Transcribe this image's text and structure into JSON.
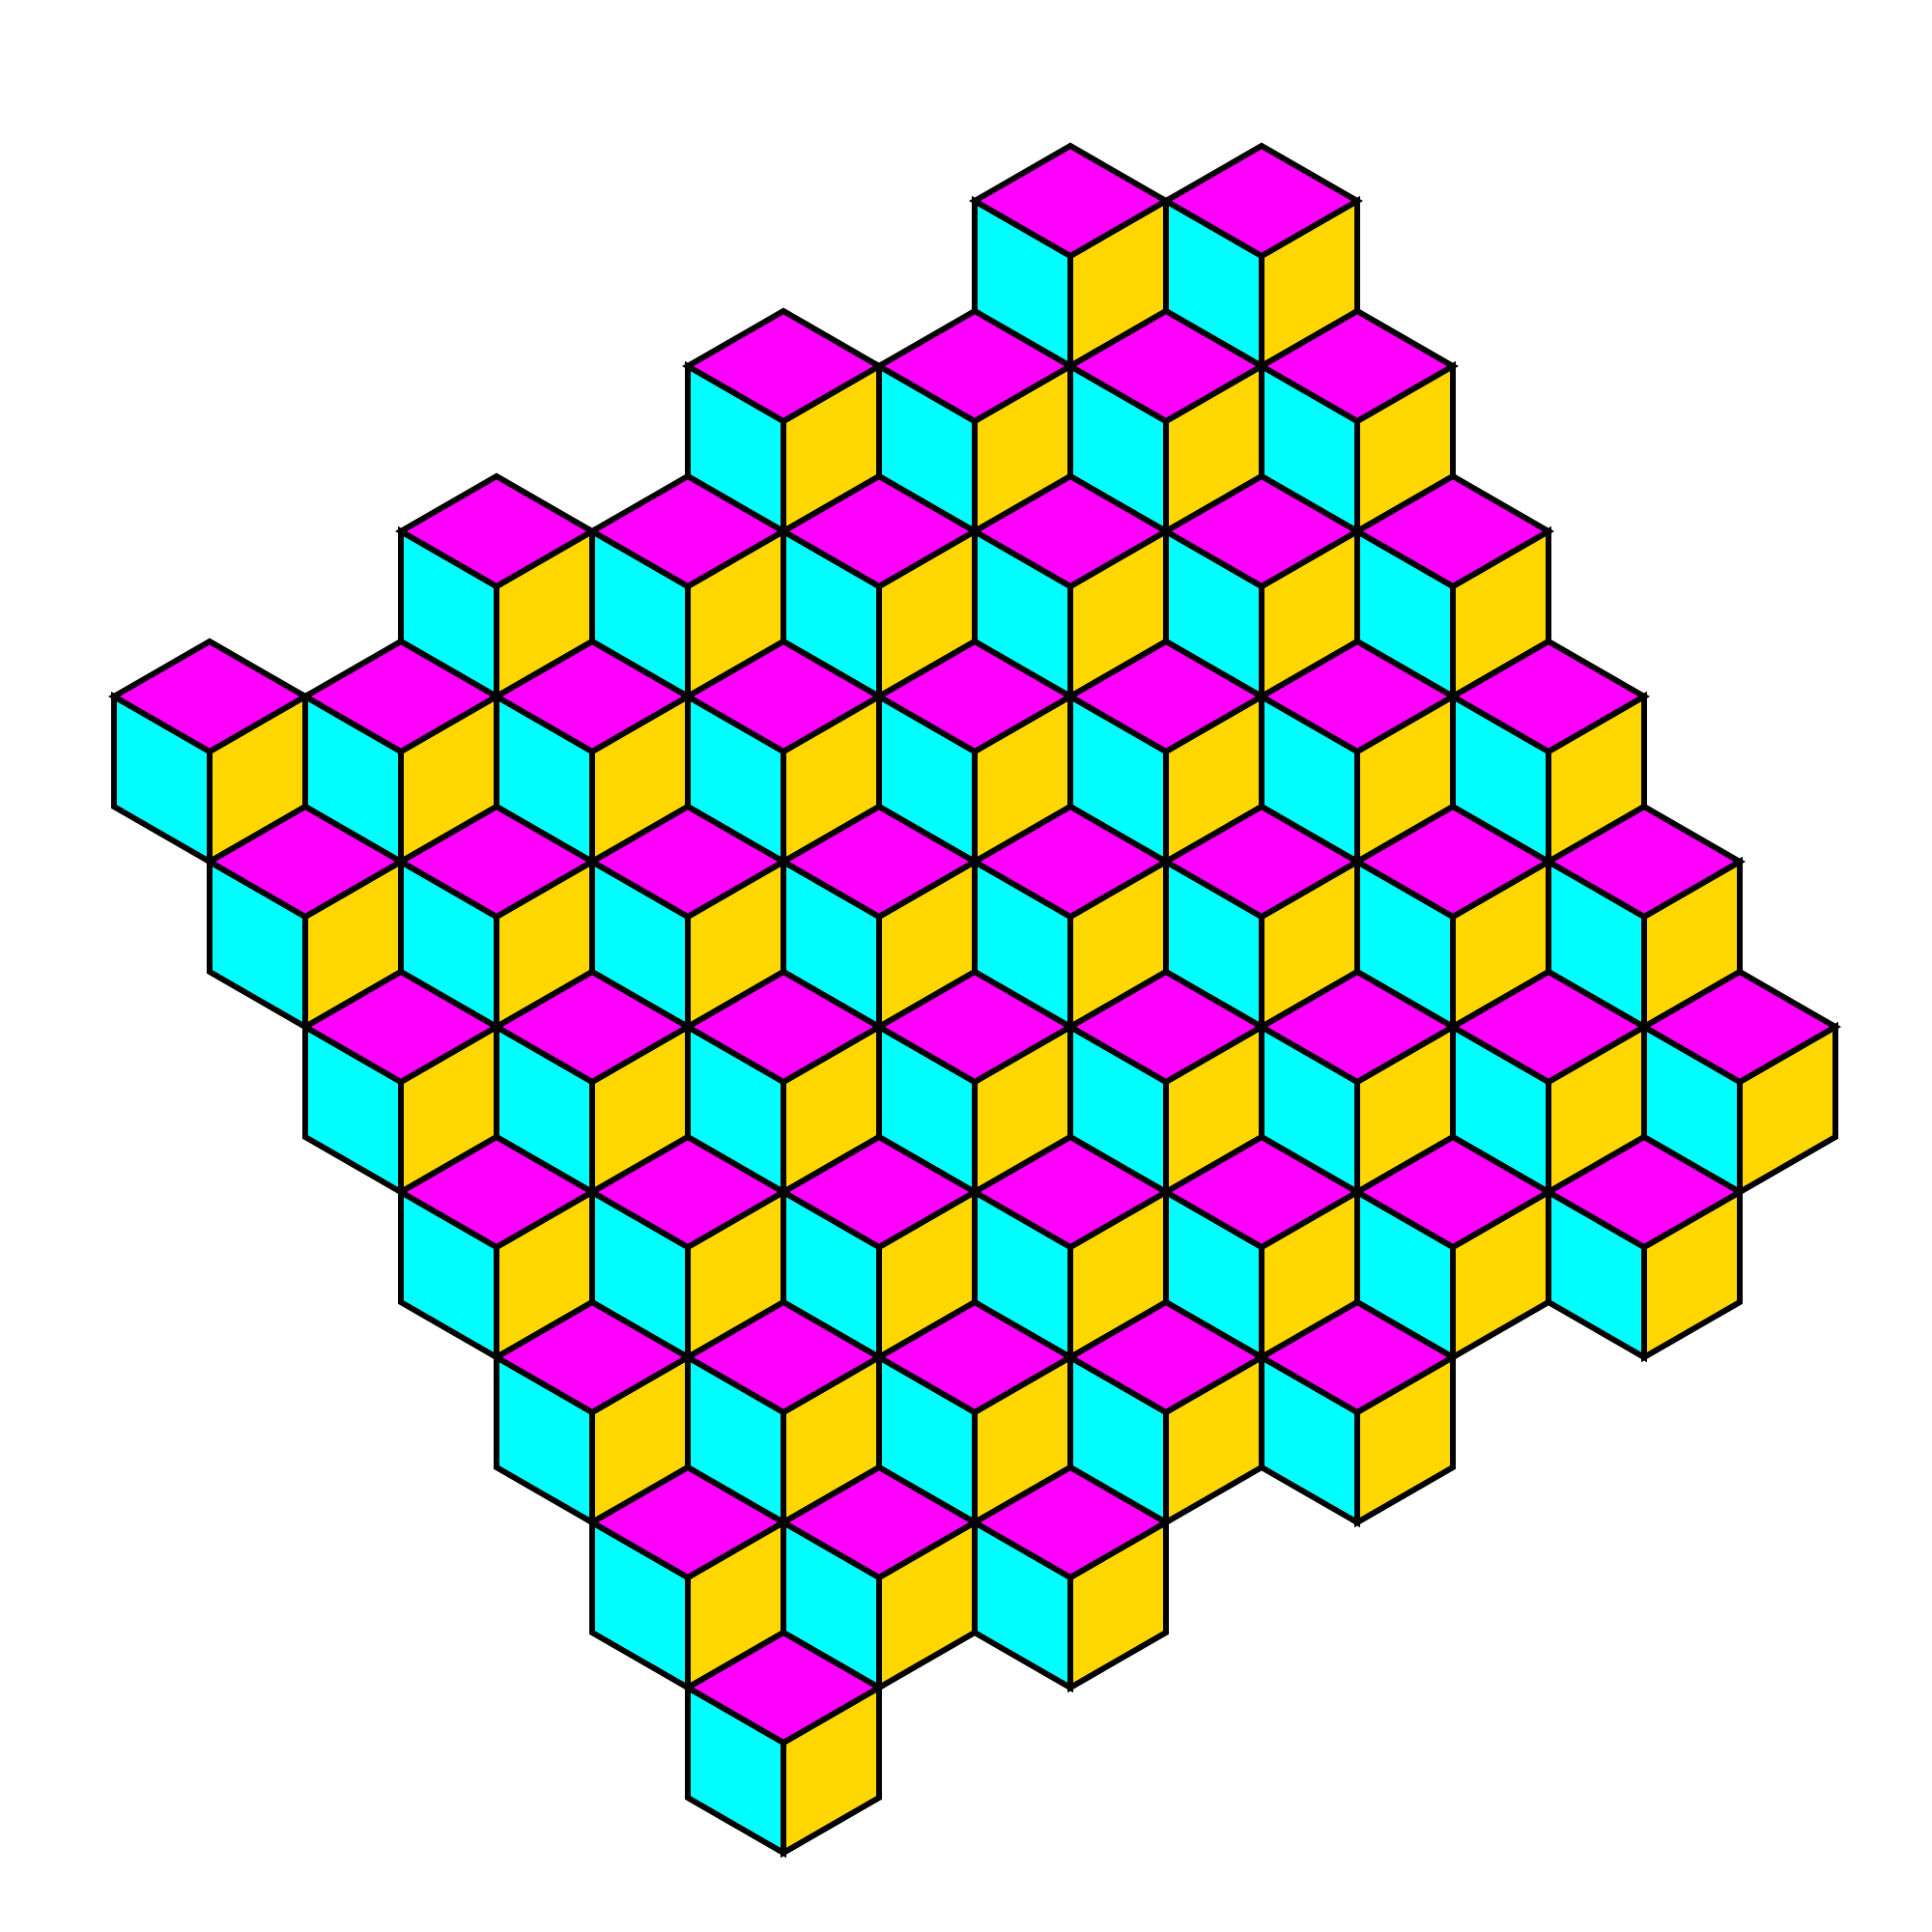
{
  "tiling": {
    "kind": "isometric cube stacking",
    "colors": {
      "top": "#FF00FF",
      "left": "#00FFFF",
      "right": "#FFD700",
      "outline": "#000000",
      "background": "#FFFFFF"
    },
    "row_count": 10,
    "rows": [
      {
        "first_col": 9,
        "count": 2
      },
      {
        "first_col": 6,
        "count": 4
      },
      {
        "first_col": 3,
        "count": 6
      },
      {
        "first_col": 0,
        "count": 8
      },
      {
        "first_col": 1,
        "count": 8
      },
      {
        "first_col": 2,
        "count": 8
      },
      {
        "first_col": 3,
        "count": 7
      },
      {
        "first_col": 4,
        "count": 5
      },
      {
        "first_col": 5,
        "count": 3
      },
      {
        "first_col": 6,
        "count": 1
      }
    ]
  }
}
